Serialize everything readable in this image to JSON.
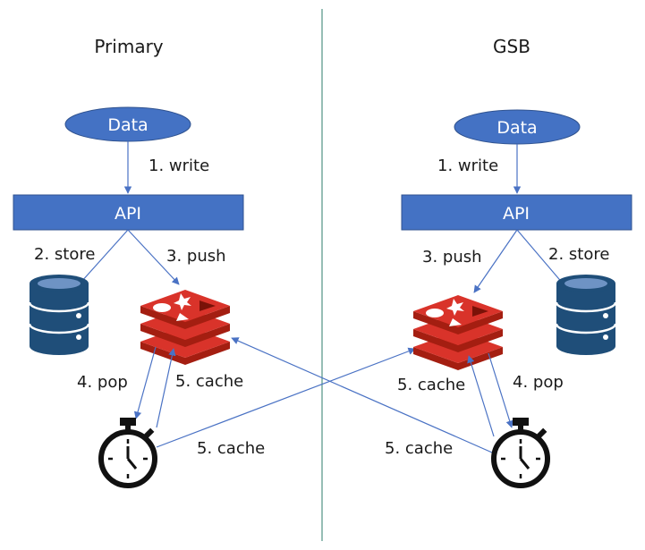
{
  "regions": {
    "left_title": "Primary",
    "right_title": "GSB"
  },
  "left": {
    "data_label": "Data",
    "api_label": "API",
    "write_label": "1. write",
    "store_label": "2. store",
    "push_label": "3. push",
    "pop_label": "4. pop",
    "cache_up_label": "5. cache",
    "cross_cache_label": "5. cache"
  },
  "right": {
    "data_label": "Data",
    "api_label": "API",
    "write_label": "1. write",
    "store_label": "2. store",
    "push_label": "3. push",
    "pop_label": "4. pop",
    "cache_up_label": "5. cache",
    "cross_cache_label": "5. cache"
  },
  "colors": {
    "node_blue": "#4472c4",
    "db_blue": "#1f4e79",
    "redis_red": "#d9332a",
    "arrow_blue": "#4a72c4",
    "divider": "#2e7d6b"
  },
  "icons": [
    "database-icon",
    "redis-icon",
    "stopwatch-icon"
  ]
}
